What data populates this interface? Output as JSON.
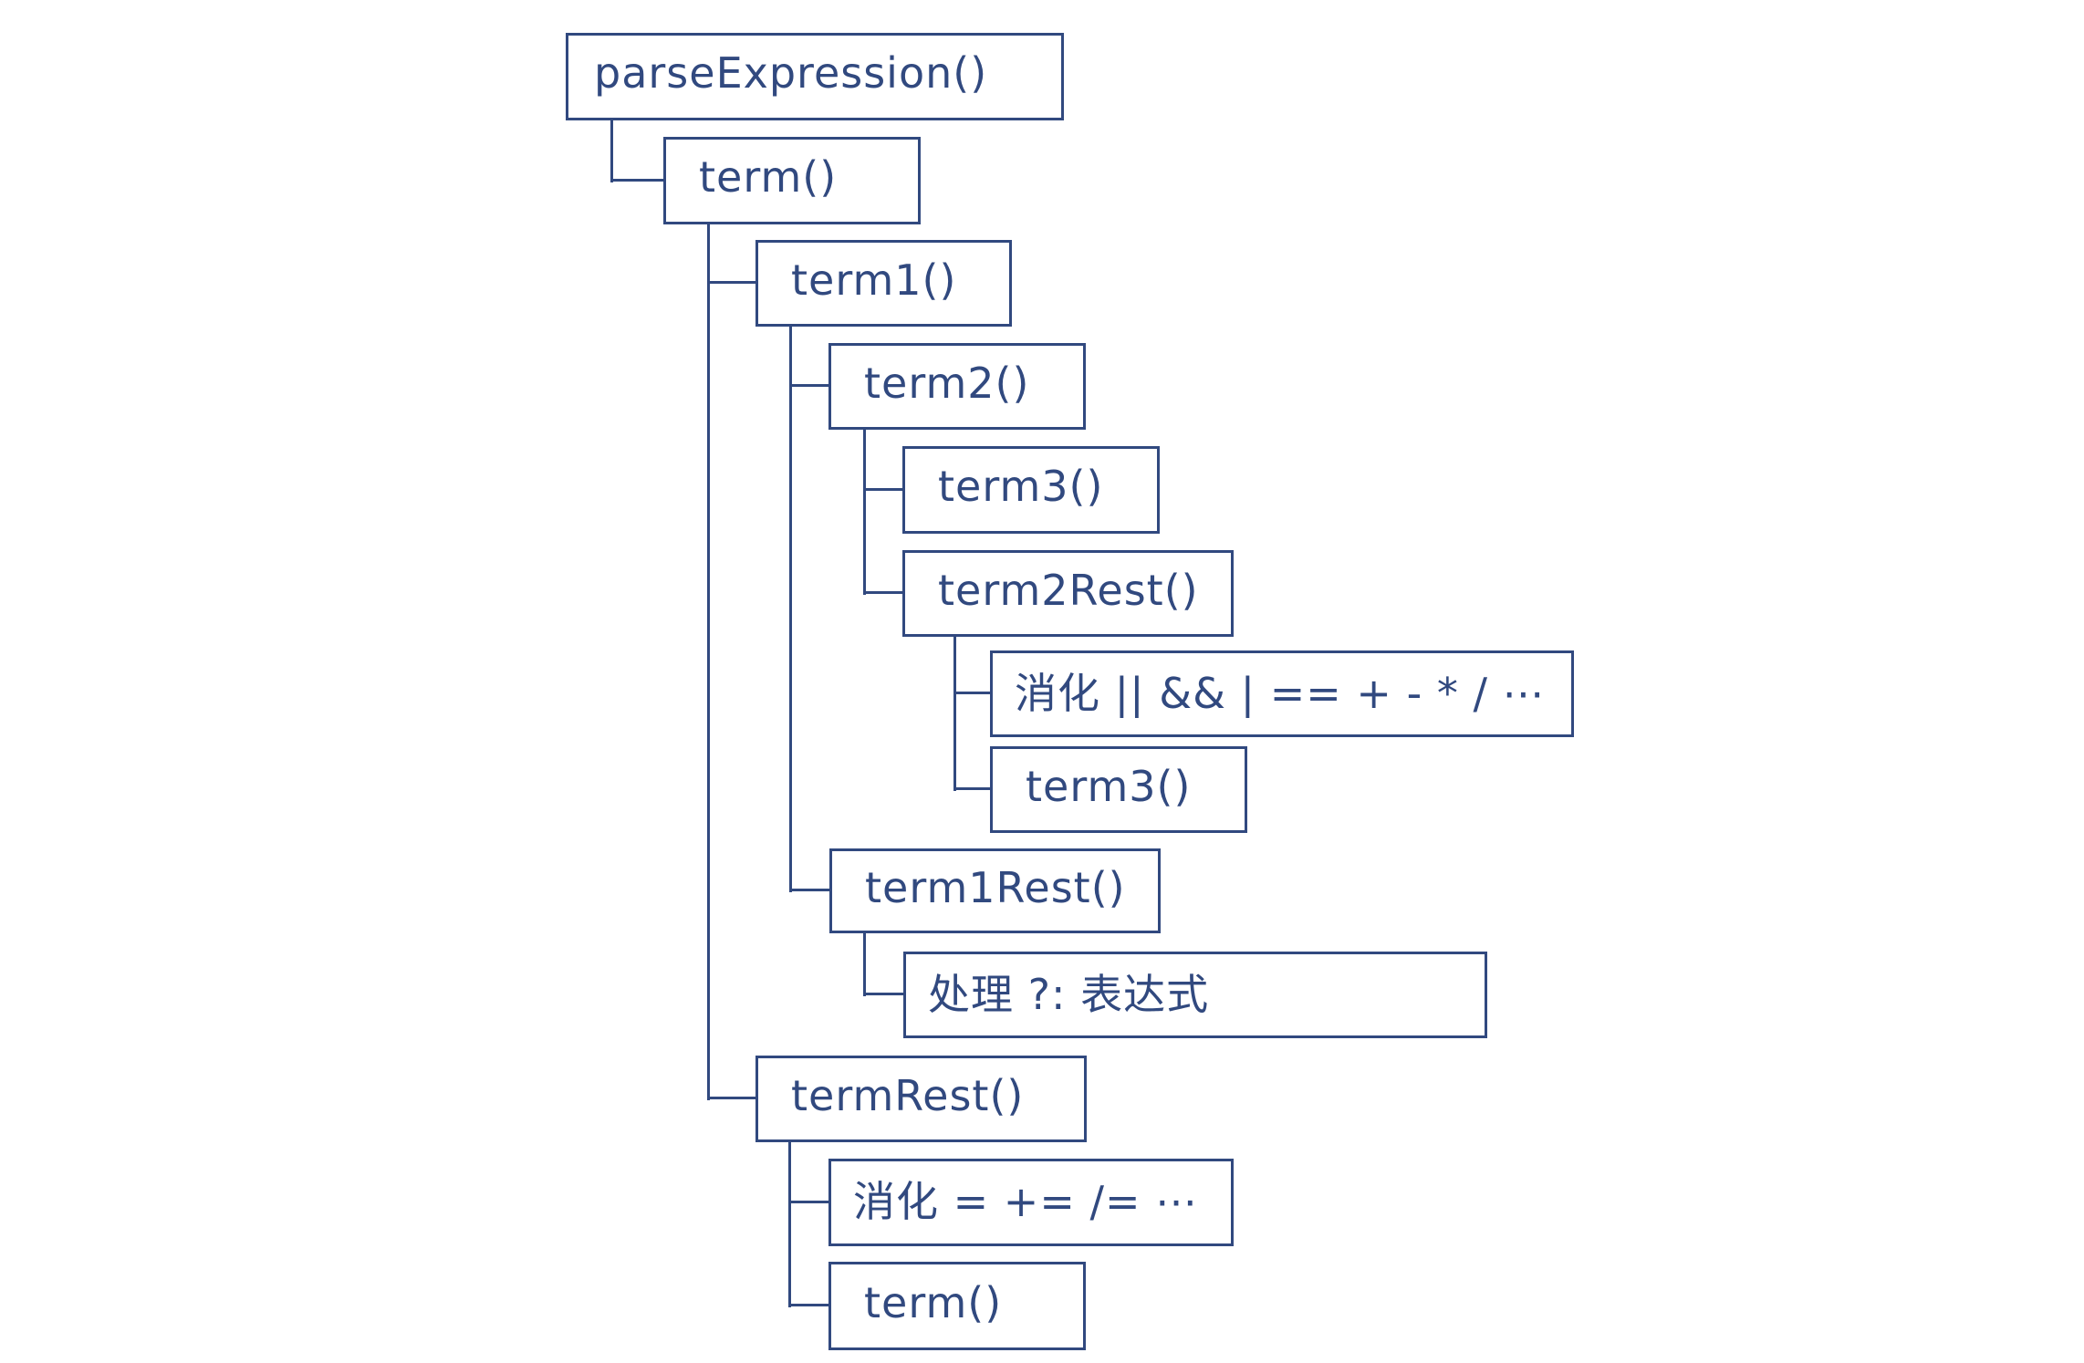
{
  "colors": {
    "stroke": "#31497f",
    "text": "#31497f",
    "box_fill": "#ffffff",
    "background": "#ffffff"
  },
  "diagram": {
    "type": "call-tree",
    "nodes": [
      {
        "label": "parseExpression()",
        "depth": 0,
        "parent": null
      },
      {
        "label": "term()",
        "depth": 1,
        "parent": "parseExpression()"
      },
      {
        "label": "term1()",
        "depth": 2,
        "parent": "term()"
      },
      {
        "label": "term2()",
        "depth": 3,
        "parent": "term1()"
      },
      {
        "label": "term3()",
        "depth": 4,
        "parent": "term2()"
      },
      {
        "label": "term2Rest()",
        "depth": 4,
        "parent": "term2()"
      },
      {
        "label": "消化 || && | == + - * / ⋯",
        "depth": 5,
        "parent": "term2Rest()"
      },
      {
        "label": "term3()",
        "depth": 5,
        "parent": "term2Rest()"
      },
      {
        "label": "term1Rest()",
        "depth": 3,
        "parent": "term1()"
      },
      {
        "label": "处理 ?: 表达式",
        "depth": 4,
        "parent": "term1Rest()"
      },
      {
        "label": "termRest()",
        "depth": 2,
        "parent": "term()"
      },
      {
        "label": "消化 = += /=  ⋯",
        "depth": 3,
        "parent": "termRest()"
      },
      {
        "label": "term()",
        "depth": 3,
        "parent": "termRest()"
      }
    ]
  }
}
